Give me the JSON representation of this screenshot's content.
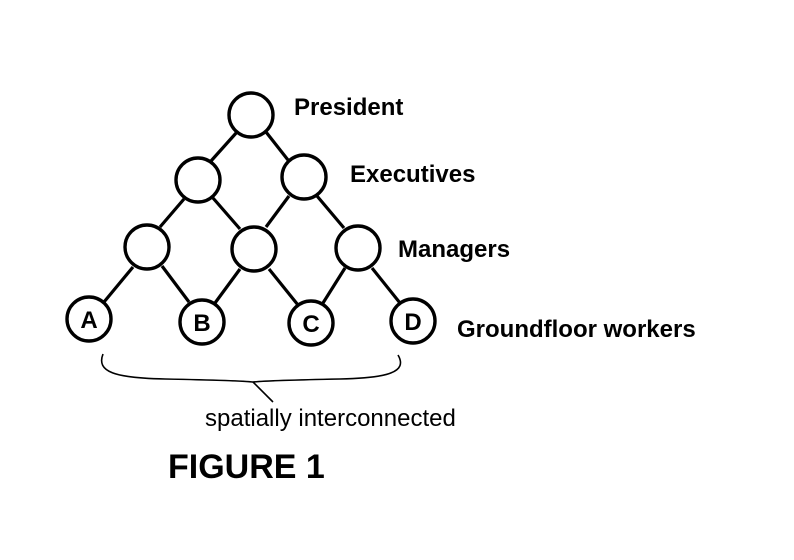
{
  "levels": {
    "president": "President",
    "executives": "Executives",
    "managers": "Managers",
    "workers": "Groundfloor workers"
  },
  "workers": [
    "A",
    "B",
    "C",
    "D"
  ],
  "annotation": "spatially interconnected",
  "figure_title": "FIGURE 1"
}
